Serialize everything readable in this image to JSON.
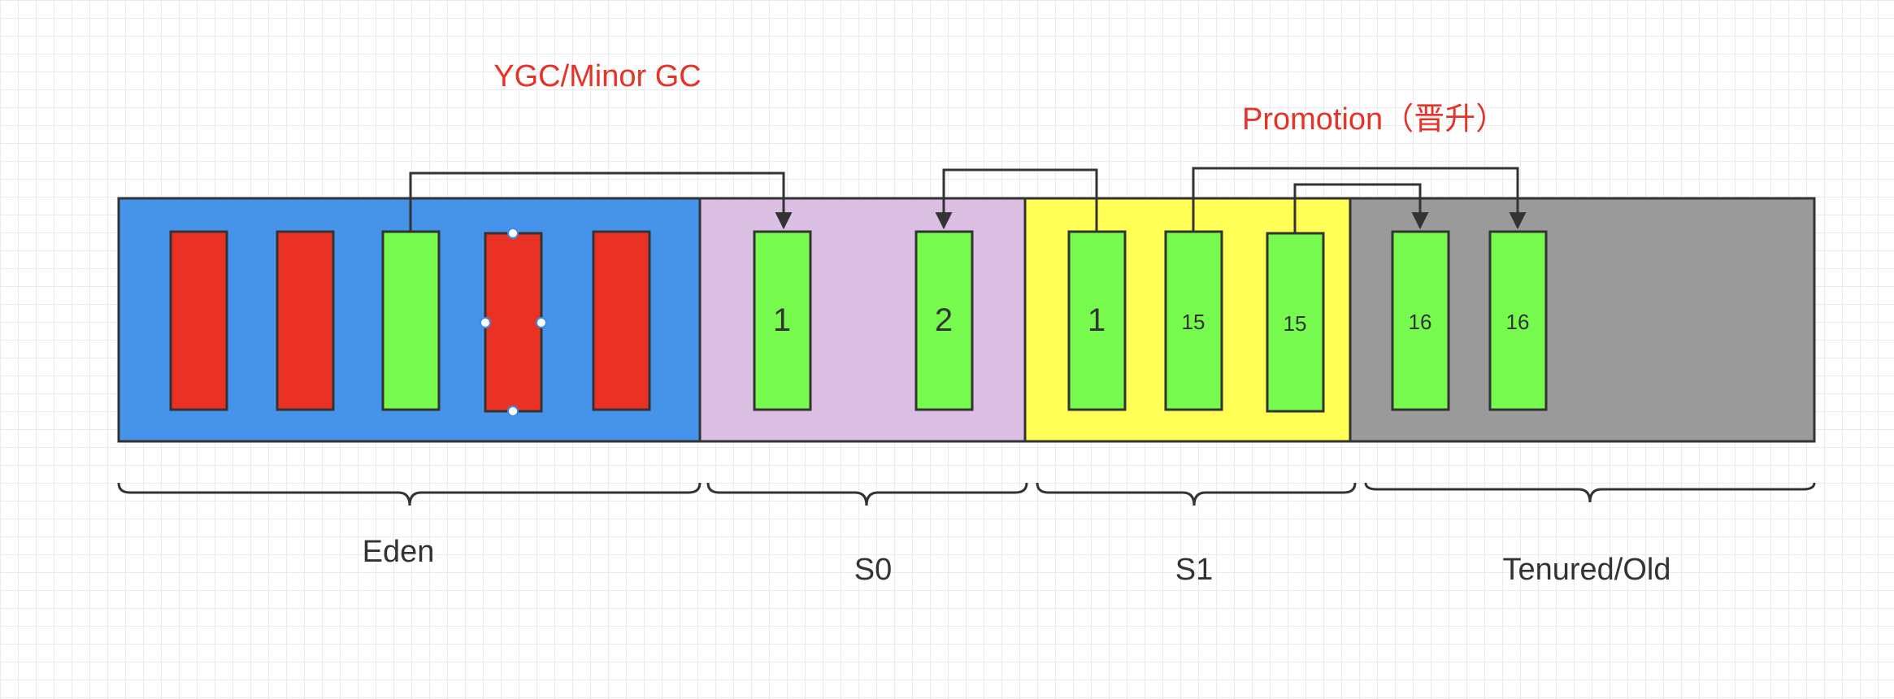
{
  "annotations": {
    "minor_gc": "YGC/Minor GC",
    "promotion": "Promotion（晋升）"
  },
  "regions": {
    "eden": {
      "label": "Eden",
      "color": "#4694ea"
    },
    "s0": {
      "label": "S0",
      "color": "#dabfe3"
    },
    "s1": {
      "label": "S1",
      "color": "#ffff55"
    },
    "tenured": {
      "label": "Tenured/Old",
      "color": "#9a9a9a"
    }
  },
  "objects": {
    "eden": [
      {
        "state": "garbage",
        "label": ""
      },
      {
        "state": "garbage",
        "label": ""
      },
      {
        "state": "live",
        "label": ""
      },
      {
        "state": "garbage",
        "label": ""
      },
      {
        "state": "garbage",
        "label": ""
      }
    ],
    "s0": [
      {
        "state": "live",
        "label": "1"
      },
      {
        "state": "live",
        "label": "2"
      }
    ],
    "s1": [
      {
        "state": "live",
        "label": "1"
      },
      {
        "state": "live",
        "label": "15"
      },
      {
        "state": "live",
        "label": "15"
      }
    ],
    "tenured": [
      {
        "state": "live",
        "label": "16"
      },
      {
        "state": "live",
        "label": "16"
      }
    ]
  },
  "colors": {
    "live": "#76fa4e",
    "garbage": "#e93223",
    "annotation": "#e53328",
    "stroke": "#333333",
    "label": "#333333"
  }
}
